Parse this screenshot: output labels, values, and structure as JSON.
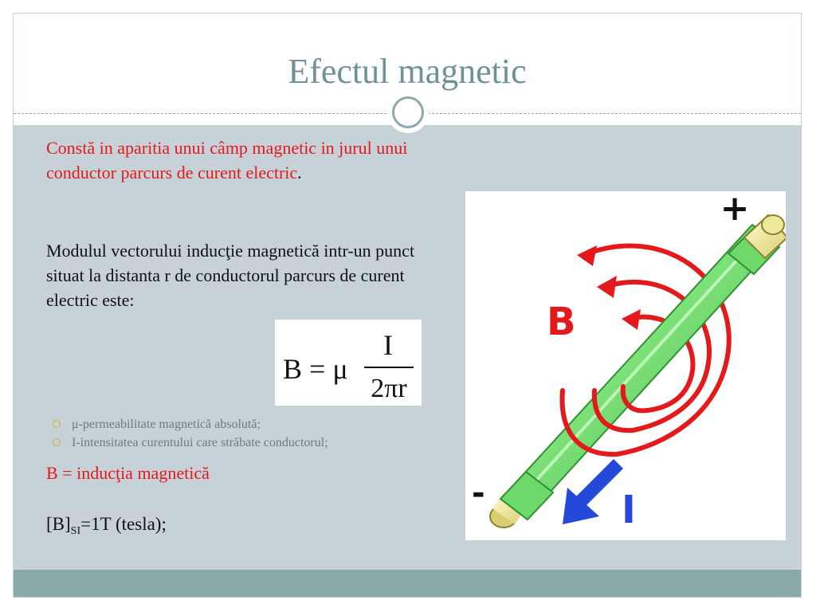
{
  "slide": {
    "title": "Efectul magnetic",
    "paragraph1_red": "Constă in aparitia unui câmp magnetic in jurul unui conductor parcurs de curent electric",
    "paragraph1_end": ".",
    "paragraph2": "Modulul vectorului inducţie magnetică intr-un punct situat la distanta r de conductorul parcurs de curent electric este:",
    "formula": {
      "lhs": "B = μ",
      "numerator": "I",
      "denominator": "2πr"
    },
    "bullets": [
      "μ-permeabilitate magnetică absolută;",
      "I-intensitatea curentului care străbate conductorul;"
    ],
    "definition_red": "B = inducţia magnetică",
    "unit": {
      "bracket": "[B]",
      "subscript": "SI",
      "value": "=1T (tesla);"
    }
  },
  "figure": {
    "plus_label": "+",
    "minus_label": "-",
    "field_label": "B",
    "current_label": "I"
  },
  "colors": {
    "title": "#6f9296",
    "accent_red": "#e3191c",
    "content_bg": "#c6d2d7",
    "footer_band": "#8aaaa9",
    "bullet_text": "#6b7a86",
    "bullet_marker": "#c8b429",
    "wire_green": "#7fe27a",
    "wire_end": "#efe79a",
    "arrow_blue": "#2448d8"
  }
}
